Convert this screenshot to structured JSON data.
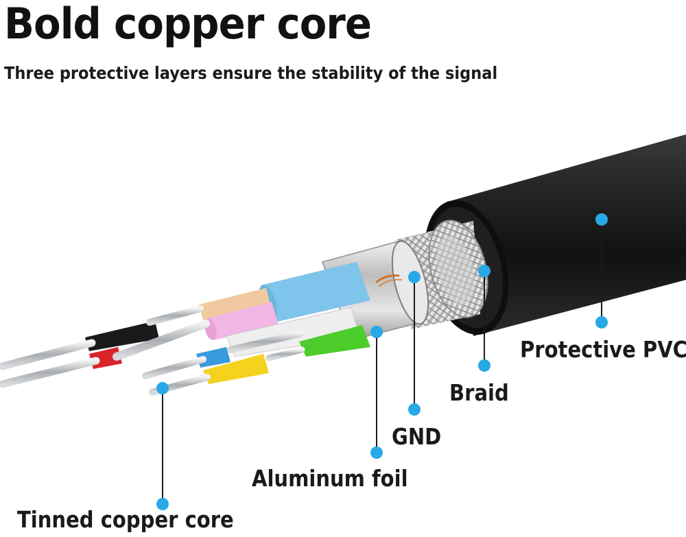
{
  "header": {
    "title": "Bold copper core",
    "subtitle": "Three protective layers ensure the stability of the signal"
  },
  "labels": {
    "protective_pvc": "Protective PVC",
    "braid": "Braid",
    "gnd": "GND",
    "aluminum_foil": "Aluminum foil",
    "tinned_copper_core": "Tinned copper core"
  },
  "colors": {
    "marker": "#29a8e6",
    "jacket": "#1b1b1b",
    "braid": "#c9c9c9",
    "foil": "#d2d2d2",
    "wire_blue": "#7fc4ea",
    "wire_pink": "#f2b6e4",
    "wire_peach": "#f1c9a0",
    "wire_white": "#eeeeee",
    "wire_green": "#4ccd2c",
    "wire_yellow": "#f5d21e",
    "wire_red": "#d9222a",
    "wire_black": "#1a1a1a",
    "copper": "#b8bcc0"
  }
}
